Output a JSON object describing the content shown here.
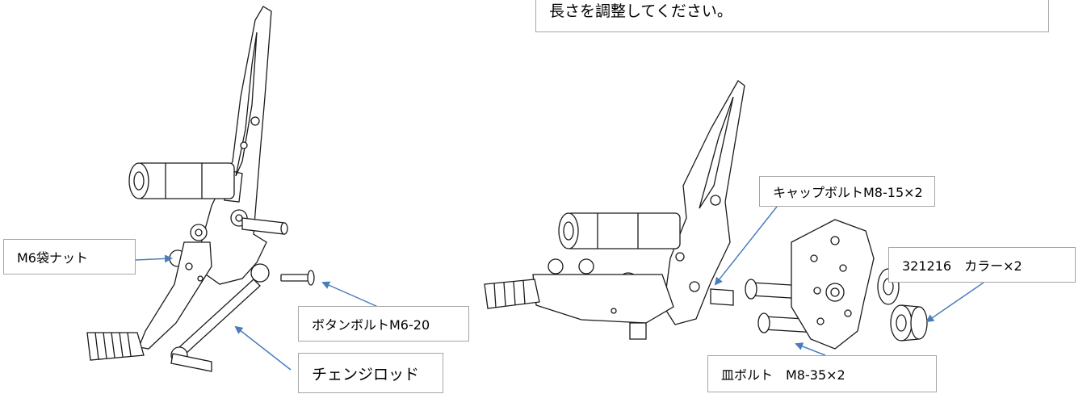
{
  "note": {
    "text": "長さを調整してください。"
  },
  "labels": {
    "nut": "M6袋ナット",
    "button_bolt": "ボタンボルトM6-20",
    "change_rod": "チェンジロッド",
    "cap_bolt": "キャップボルトM8-15×2",
    "collar": "321216　カラー×2",
    "plate_bolt": "皿ボルト　M8-35×2"
  },
  "colors": {
    "arrow": "#4a7ebb",
    "box_border": "#a6a6a6",
    "line_art": "#1a1a1a"
  }
}
